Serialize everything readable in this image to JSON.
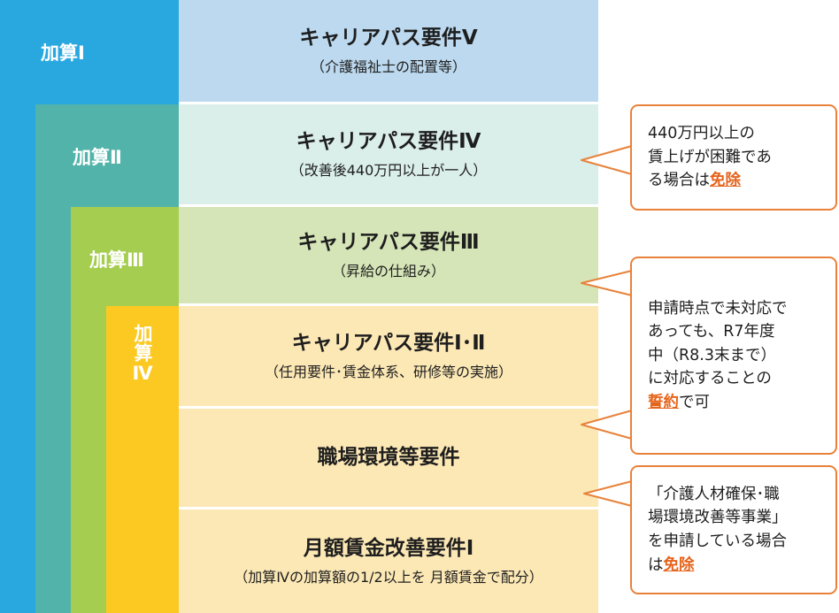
{
  "tiers": [
    {
      "label": "加算Ⅰ",
      "color": "#29a8e0"
    },
    {
      "label": "加算Ⅱ",
      "color": "#52b3aa"
    },
    {
      "label": "加算Ⅲ",
      "color": "#a5cd4f"
    },
    {
      "label": "加算Ⅳ",
      "color": "#fcc923"
    }
  ],
  "requirements": [
    {
      "title": "キャリアパス要件Ⅴ",
      "subtitle": "（介護福祉士の配置等）",
      "color": "#bcd9ef"
    },
    {
      "title": "キャリアパス要件Ⅳ",
      "subtitle": "（改善後440万円以上が一人）",
      "color": "#daeeea"
    },
    {
      "title": "キャリアパス要件Ⅲ",
      "subtitle": "（昇給の仕組み）",
      "color": "#d5e5b7"
    },
    {
      "title": "キャリアパス要件Ⅰ･Ⅱ",
      "subtitle": "（任用要件･賃金体系、研修等の実施）",
      "color": "#fce8b5"
    },
    {
      "title": "職場環境等要件",
      "subtitle": "",
      "color": "#fce8b5"
    },
    {
      "title": "月額賃金改善要件Ⅰ",
      "subtitle": "（加算Ⅳの加算額の1/2以上を 月額賃金で配分）",
      "color": "#fce8b5"
    }
  ],
  "notes": [
    {
      "lines": [
        [
          {
            "t": "440万円以上の"
          }
        ],
        [
          {
            "t": "賃上げが困難であ"
          }
        ],
        [
          {
            "t": "る場合は"
          },
          {
            "t": "免除",
            "em": true
          }
        ]
      ]
    },
    {
      "lines": [
        [
          {
            "t": "申請時点で未対応で"
          }
        ],
        [
          {
            "t": "あっても、R7年度"
          }
        ],
        [
          {
            "t": "中（R8.3末まで）"
          }
        ],
        [
          {
            "t": "に対応することの"
          }
        ],
        [
          {
            "t": "誓約",
            "em": true
          },
          {
            "t": "で可"
          }
        ]
      ]
    },
    {
      "lines": [
        [
          {
            "t": "「介護人材確保･職"
          }
        ],
        [
          {
            "t": "場環境改善等事業」"
          }
        ],
        [
          {
            "t": "を申請している場合"
          }
        ],
        [
          {
            "t": "は"
          },
          {
            "t": "免除",
            "em": true
          }
        ]
      ]
    }
  ],
  "colors": {
    "note_border": "#e8823a",
    "note_emphasis": "#e5641c"
  }
}
